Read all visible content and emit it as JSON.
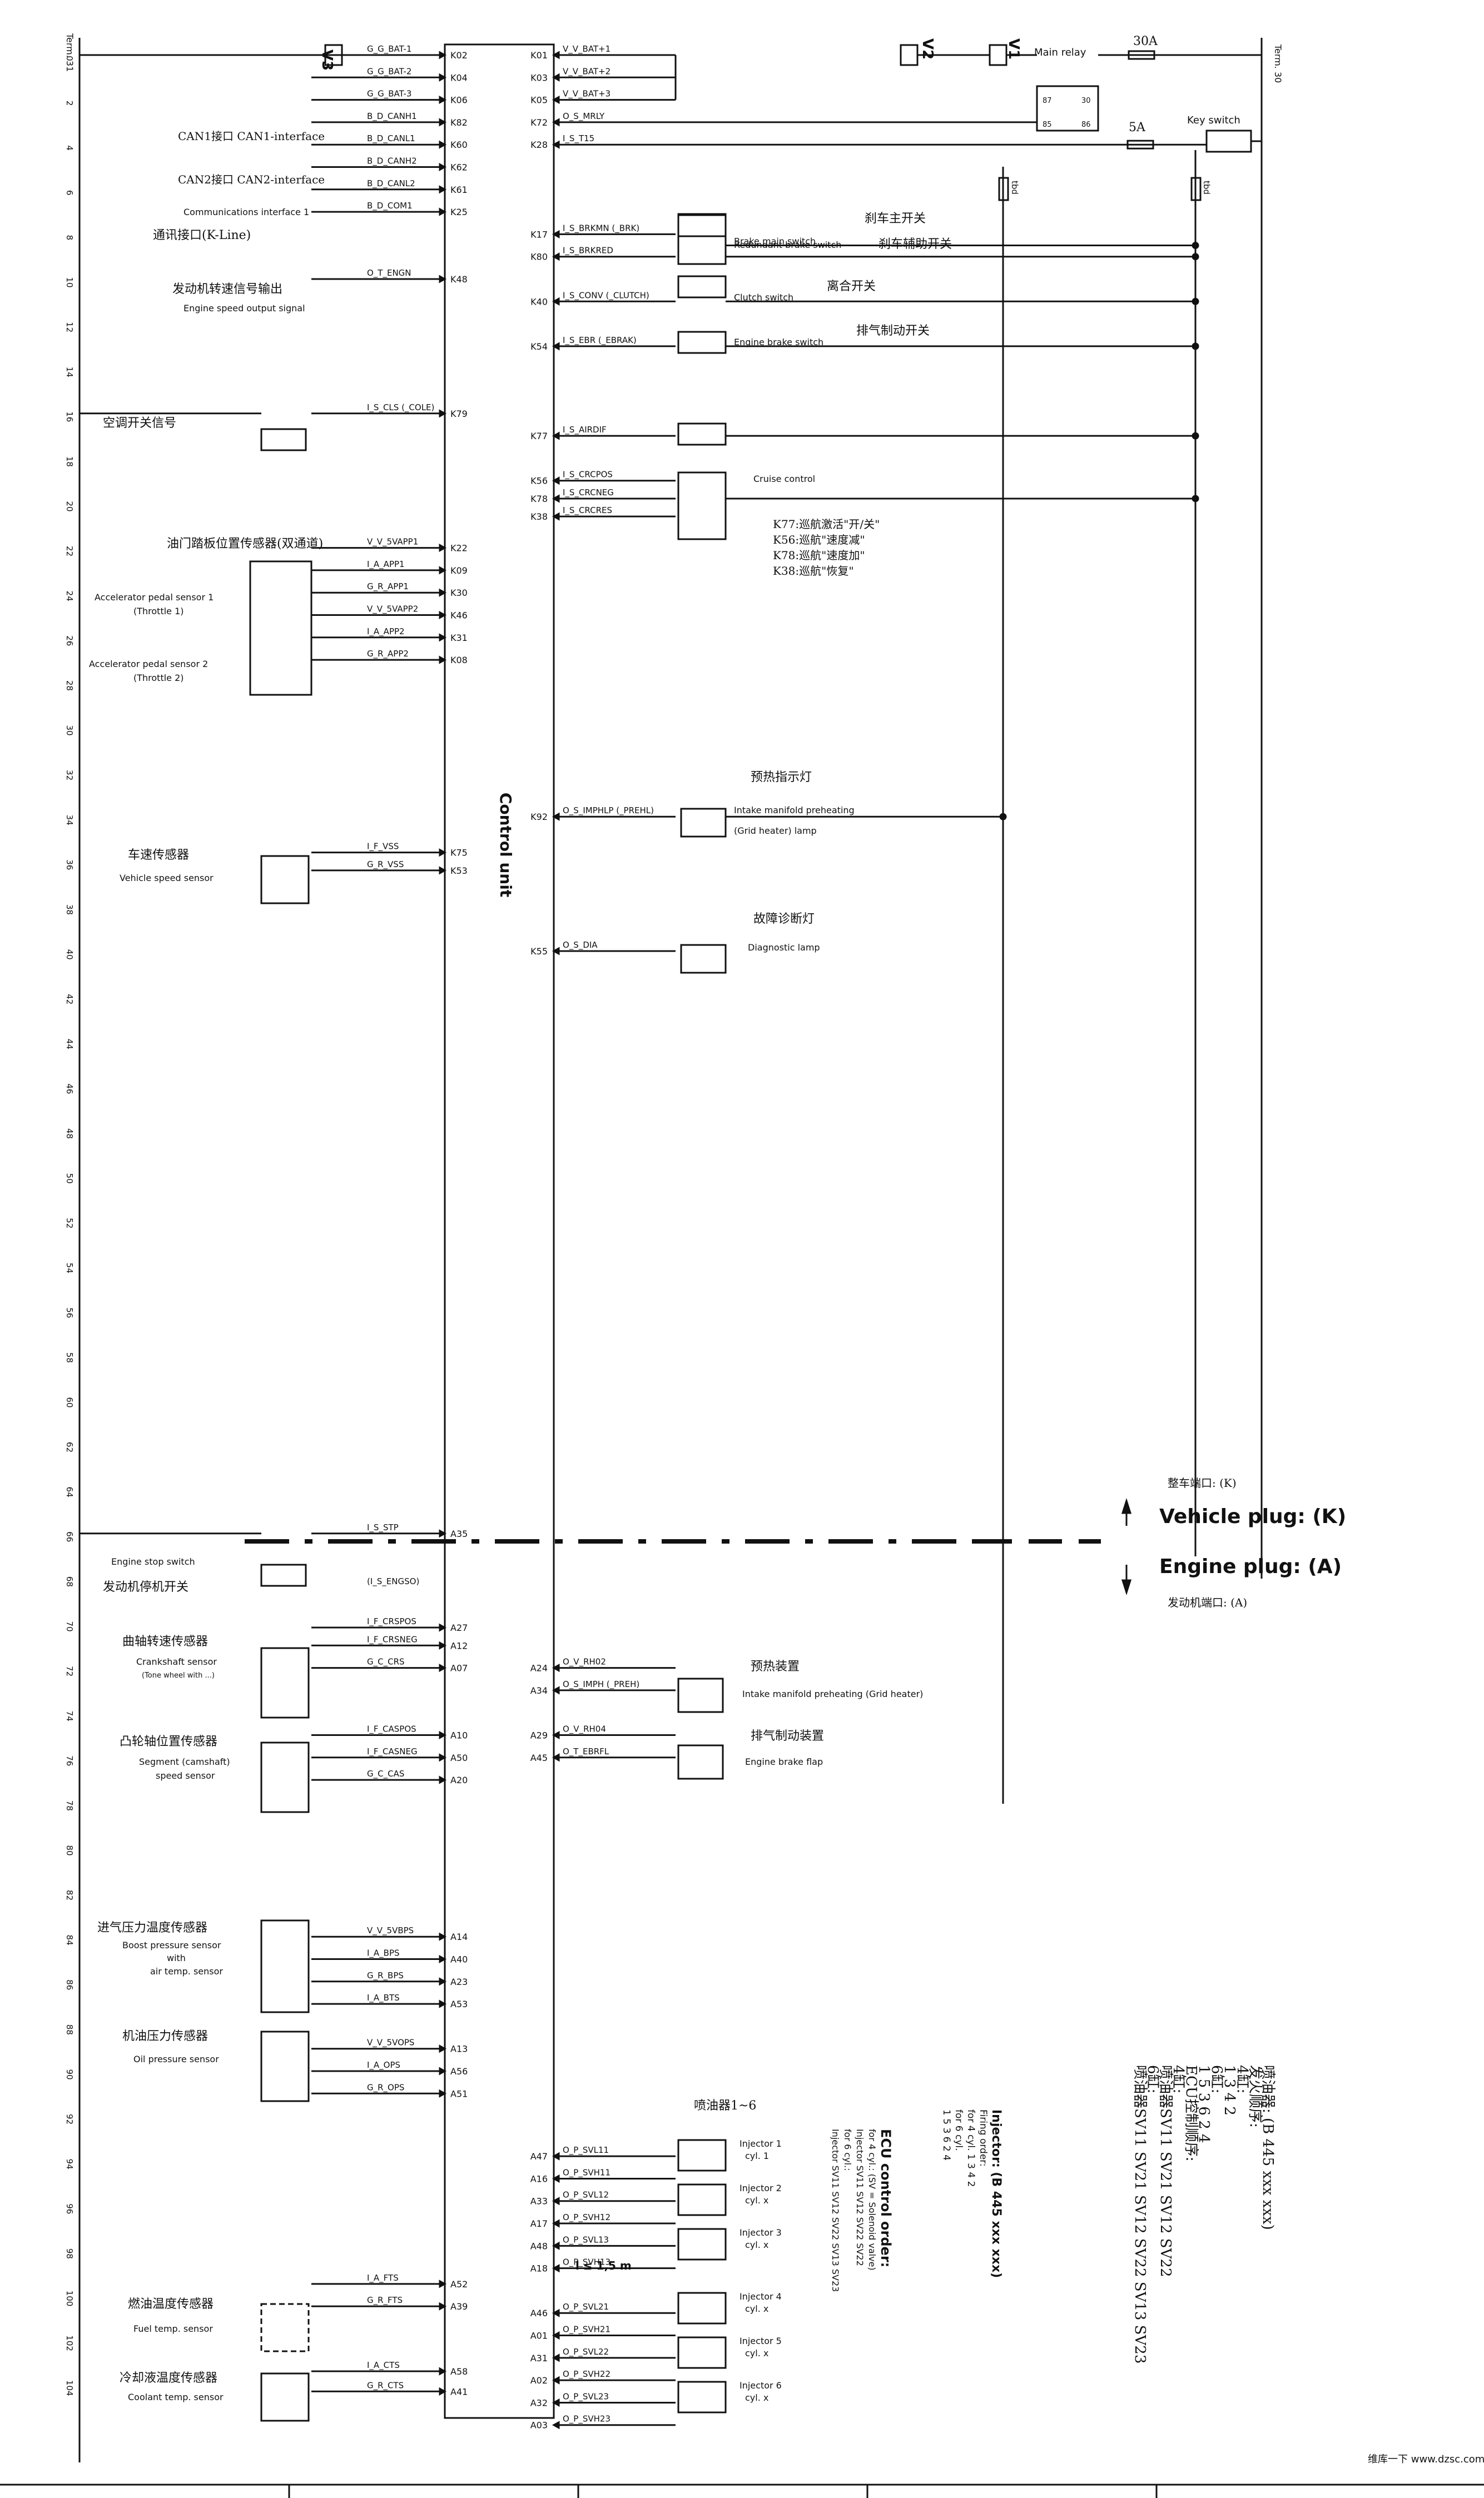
{
  "terms": {
    "left": "Term. 31",
    "right": "Term. 30"
  },
  "row_numbers": [
    "0",
    "2",
    "4",
    "6",
    "8",
    "10",
    "12",
    "14",
    "16",
    "18",
    "20",
    "22",
    "24",
    "26",
    "28",
    "30",
    "32",
    "34",
    "36",
    "38",
    "40",
    "42",
    "44",
    "46",
    "48",
    "50",
    "52",
    "54",
    "56",
    "58",
    "60",
    "62",
    "64",
    "66",
    "68",
    "70",
    "72",
    "74",
    "76",
    "78",
    "80",
    "82",
    "84",
    "86",
    "88",
    "90",
    "92",
    "94",
    "96",
    "98",
    "100",
    "102",
    "104"
  ],
  "unit_label": "Control unit",
  "marks": {
    "v3": "V3",
    "v2": "V2",
    "v1": "V1",
    "tbd": "tbd"
  },
  "relay": {
    "label": "Main relay",
    "pins": [
      "87",
      "30",
      "85",
      "86"
    ],
    "fuse1": "30A",
    "fuse2": "5A",
    "key_switch": "Key switch"
  },
  "left_pins": [
    {
      "signal": "G_G_BAT-1",
      "pin": "K02"
    },
    {
      "signal": "G_G_BAT-2",
      "pin": "K04"
    },
    {
      "signal": "G_G_BAT-3",
      "pin": "K06"
    },
    {
      "signal": "B_D_CANH1",
      "pin": "K82"
    },
    {
      "signal": "B_D_CANL1",
      "pin": "K60"
    },
    {
      "signal": "B_D_CANH2",
      "pin": "K62"
    },
    {
      "signal": "B_D_CANL2",
      "pin": "K61"
    },
    {
      "signal": "B_D_COM1",
      "pin": "K25"
    },
    {
      "signal": "O_T_ENGN",
      "pin": "K48"
    },
    {
      "signal": "I_S_CLS (_COLE)",
      "pin": "K79"
    },
    {
      "signal": "V_V_5VAPP1",
      "pin": "K22"
    },
    {
      "signal": "I_A_APP1",
      "pin": "K09"
    },
    {
      "signal": "G_R_APP1",
      "pin": "K30"
    },
    {
      "signal": "V_V_5VAPP2",
      "pin": "K46"
    },
    {
      "signal": "I_A_APP2",
      "pin": "K31"
    },
    {
      "signal": "G_R_APP2",
      "pin": "K08"
    },
    {
      "signal": "I_F_VSS",
      "pin": "K75"
    },
    {
      "signal": "G_R_VSS",
      "pin": "K53"
    },
    {
      "signal": "I_S_STP",
      "pin": "A35"
    },
    {
      "signal": "I_F_CRSPOS",
      "pin": "A27"
    },
    {
      "signal": "I_F_CRSNEG",
      "pin": "A12"
    },
    {
      "signal": "G_C_CRS",
      "pin": "A07"
    },
    {
      "signal": "I_F_CASPOS",
      "pin": "A10"
    },
    {
      "signal": "I_F_CASNEG",
      "pin": "A50"
    },
    {
      "signal": "G_C_CAS",
      "pin": "A20"
    },
    {
      "signal": "V_V_5VBPS",
      "pin": "A14"
    },
    {
      "signal": "I_A_BPS",
      "pin": "A40"
    },
    {
      "signal": "G_R_BPS",
      "pin": "A23"
    },
    {
      "signal": "I_A_BTS",
      "pin": "A53"
    },
    {
      "signal": "V_V_5VOPS",
      "pin": "A13"
    },
    {
      "signal": "I_A_OPS",
      "pin": "A56"
    },
    {
      "signal": "G_R_OPS",
      "pin": "A51"
    },
    {
      "signal": "I_A_FTS",
      "pin": "A52"
    },
    {
      "signal": "G_R_FTS",
      "pin": "A39"
    },
    {
      "signal": "I_A_CTS",
      "pin": "A58"
    },
    {
      "signal": "G_R_CTS",
      "pin": "A41"
    }
  ],
  "right_pins": [
    {
      "signal": "V_V_BAT+1",
      "pin": "K01"
    },
    {
      "signal": "V_V_BAT+2",
      "pin": "K03"
    },
    {
      "signal": "V_V_BAT+3",
      "pin": "K05"
    },
    {
      "signal": "O_S_MRLY",
      "pin": "K72"
    },
    {
      "signal": "I_S_T15",
      "pin": "K28"
    },
    {
      "signal": "I_S_BRKMN (_BRK)",
      "pin": "K17"
    },
    {
      "signal": "I_S_BRKRED",
      "pin": "K80"
    },
    {
      "signal": "I_S_CONV (_CLUTCH)",
      "pin": "K40"
    },
    {
      "signal": "I_S_EBR (_EBRAK)",
      "pin": "K54"
    },
    {
      "signal": "I_S_AIRDIF",
      "pin": "K77"
    },
    {
      "signal": "I_S_CRCPOS",
      "pin": "K56"
    },
    {
      "signal": "I_S_CRCNEG",
      "pin": "K78"
    },
    {
      "signal": "I_S_CRCRES",
      "pin": "K38"
    },
    {
      "signal": "O_S_IMPHLP (_PREHL)",
      "pin": "K92"
    },
    {
      "signal": "O_S_DIA",
      "pin": "K55"
    },
    {
      "signal": "O_V_RH02",
      "pin": "A24"
    },
    {
      "signal": "O_S_IMPH (_PREH)",
      "pin": "A34"
    },
    {
      "signal": "O_V_RH04",
      "pin": "A29"
    },
    {
      "signal": "O_T_EBRFL",
      "pin": "A45"
    },
    {
      "signal": "O_P_SVL11",
      "pin": "A47"
    },
    {
      "signal": "O_P_SVH11",
      "pin": "A16"
    },
    {
      "signal": "O_P_SVL12",
      "pin": "A33"
    },
    {
      "signal": "O_P_SVH12",
      "pin": "A17"
    },
    {
      "signal": "O_P_SVL13",
      "pin": "A48"
    },
    {
      "signal": "O_P_SVH13",
      "pin": "A18"
    },
    {
      "signal": "O_P_SVL21",
      "pin": "A46"
    },
    {
      "signal": "O_P_SVH21",
      "pin": "A01"
    },
    {
      "signal": "O_P_SVL22",
      "pin": "A31"
    },
    {
      "signal": "O_P_SVH22",
      "pin": "A02"
    },
    {
      "signal": "O_P_SVL23",
      "pin": "A32"
    },
    {
      "signal": "O_P_SVH23",
      "pin": "A03"
    }
  ],
  "left_labels": {
    "can1": "CAN1接口 CAN1-interface",
    "can2": "CAN2接口 CAN2-interface",
    "comm_en": "Communications interface 1",
    "comm_cn": "通讯接口(K-Line)",
    "espeed_cn": "发动机转速信号输出",
    "espeed_en": "Engine speed output signal",
    "ac_cn": "空调开关信号",
    "pedal_cn": "油门踏板位置传感器(双通道)",
    "app1_en": "Accelerator pedal sensor 1",
    "app1_sub": "(Throttle 1)",
    "app2_en": "Accelerator pedal sensor 2",
    "app2_sub": "(Throttle 2)",
    "vss_cn": "车速传感器",
    "vss_en": "Vehicle speed sensor",
    "stop_en": "Engine stop switch",
    "stop_cn": "发动机停机开关",
    "stop_sig": "(I_S_ENGSO)",
    "crank_cn": "曲轴转速传感器",
    "crank_en": "Crankshaft sensor",
    "crank_sub": "(Tone wheel with ...)",
    "cam_cn": "凸轮轴位置传感器",
    "cam_en1": "Segment (camshaft)",
    "cam_en2": "speed sensor",
    "boost_cn": "进气压力温度传感器",
    "boost_en1": "Boost pressure sensor",
    "boost_en2": "with",
    "boost_en3": "air temp. sensor",
    "oil_cn": "机油压力传感器",
    "oil_en": "Oil pressure sensor",
    "fuel_cn": "燃油温度传感器",
    "fuel_en": "Fuel temp. sensor",
    "cool_cn": "冷却液温度传感器",
    "cool_en": "Coolant temp. sensor"
  },
  "right_labels": {
    "brk_en": "Brake main switch",
    "brk_cn": "刹车主开关",
    "brkred_en": "Redundant brake switch",
    "brkred_cn": "刹车辅助开关",
    "clutch_en": "Clutch switch",
    "clutch_cn": "离合开关",
    "ebr_en": "Engine brake switch",
    "ebr_cn": "排气制动开关",
    "cruise_en": "Cruise control",
    "k77": "K77:巡航激活\"开/关\"",
    "k56": "K56:巡航\"速度减\"",
    "k78": "K78:巡航\"速度加\"",
    "k38": "K38:巡航\"恢复\"",
    "preheat_lamp_cn": "预热指示灯",
    "preheat_lamp_en1": "Intake manifold preheating",
    "preheat_lamp_en2": "(Grid heater) lamp",
    "diag_cn": "故障诊断灯",
    "diag_en": "Diagnostic lamp",
    "preheat_cn": "预热装置",
    "preheat_en": "Intake manifold preheating (Grid heater)",
    "ebrfl_cn": "排气制动装置",
    "ebrfl_en": "Engine brake flap",
    "inj_cn": "喷油器1~6",
    "inj_len": "l ≤ 1,5 m"
  },
  "injectors": [
    {
      "name": "Injector 1",
      "cyl": "cyl. 1"
    },
    {
      "name": "Injector 2",
      "cyl": "cyl. x"
    },
    {
      "name": "Injector 3",
      "cyl": "cyl. x"
    },
    {
      "name": "Injector 4",
      "cyl": "cyl. x"
    },
    {
      "name": "Injector 5",
      "cyl": "cyl. x"
    },
    {
      "name": "Injector 6",
      "cyl": "cyl. x"
    }
  ],
  "plugs": {
    "vehicle_cn": "整车端口: (K)",
    "vehicle_en": "Vehicle plug: (K)",
    "engine_en": "Engine plug: (A)",
    "engine_cn": "发动机端口: (A)"
  },
  "ecu_order": [
    "ECU control order:",
    "for 4 cyl.:    (SV = Solenoid valve)",
    "Injector SV11 SV12 SV22 SV22",
    "for 6 cyl.:",
    "Injector SV11 SV12 SV22 SV13 SV23"
  ],
  "firing_order": [
    "Injector: (B 445 xxx xxx)",
    "Firing order:",
    "for 4 cyl.  1  3  4  2",
    "for 6 cyl.",
    "1  5  3  6  2  4"
  ],
  "cn_notes": [
    "喷油器: (B 445 xxx xxx)",
    "发火顺序:",
    "4缸:",
    "1 3 4 2",
    "6缸:",
    "1 5 3 6 2 4",
    "ECU控制顺序:",
    "4缸:",
    "喷油器SV11 SV21 SV12 SV22",
    "6缸:",
    "喷油器SV11 SV21 SV12 SV22 SV13 SV23"
  ],
  "watermark": "维库一下 www.dzsc.com"
}
